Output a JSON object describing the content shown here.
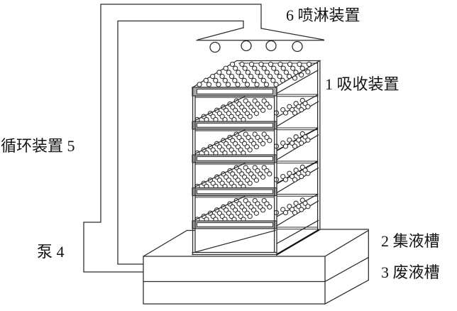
{
  "figure": {
    "labels": {
      "spray_device": "6 喷淋装置",
      "absorption_device": "1 吸收装置",
      "circulation_device": "循环装置 5",
      "pump": "泵  4",
      "collecting_tank": "2 集液槽",
      "waste_tank": "3 废液槽"
    },
    "colors": {
      "line": "#2b2b2b",
      "band_fill": "#a8a8a8",
      "background": "#ffffff"
    }
  }
}
